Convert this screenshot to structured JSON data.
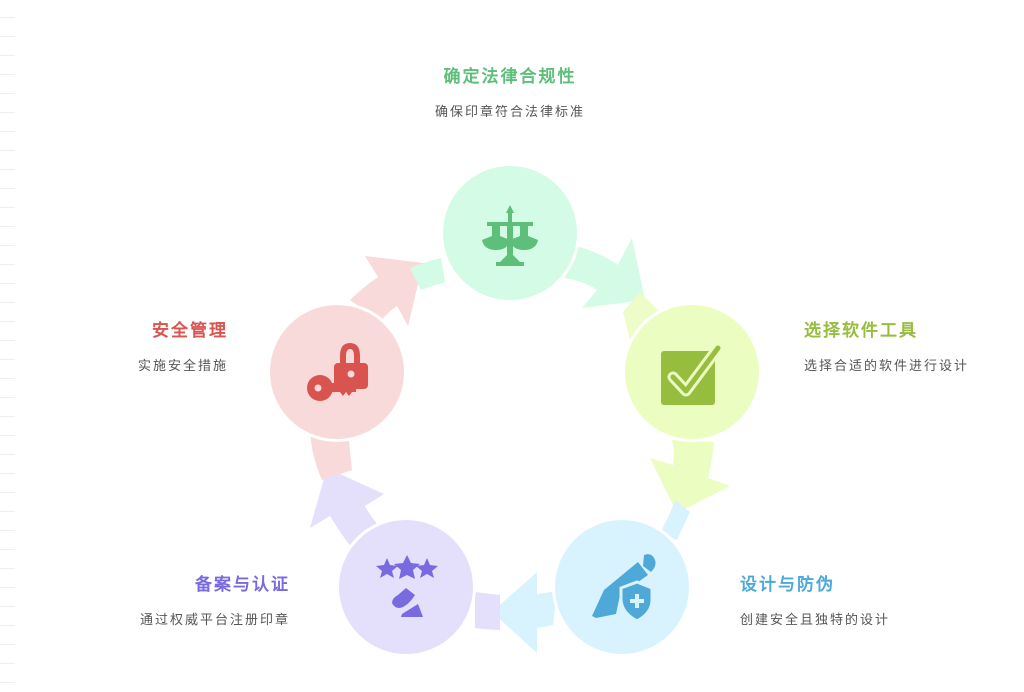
{
  "diagram": {
    "type": "cycle",
    "steps": [
      {
        "title": "确定法律合规性",
        "description": "确保印章符合法律标准",
        "icon": "scales-of-justice-icon",
        "color": "#5dbf7a",
        "fill": "#d3fbe5"
      },
      {
        "title": "选择软件工具",
        "description": "选择合适的软件进行设计",
        "icon": "checkbox-checked-icon",
        "color": "#97bd3f",
        "fill": "#ecfdc2"
      },
      {
        "title": "设计与防伪",
        "description": "创建安全且独特的设计",
        "icon": "pen-shield-plus-icon",
        "color": "#4fa9d8",
        "fill": "#d8f3fd"
      },
      {
        "title": "备案与认证",
        "description": "通过权威平台注册印章",
        "icon": "stars-rating-hand-icon",
        "color": "#7a6ae0",
        "fill": "#e4e0fc"
      },
      {
        "title": "安全管理",
        "description": "实施安全措施",
        "icon": "key-lock-icon",
        "color": "#d9534f",
        "fill": "#f9dada"
      }
    ]
  }
}
